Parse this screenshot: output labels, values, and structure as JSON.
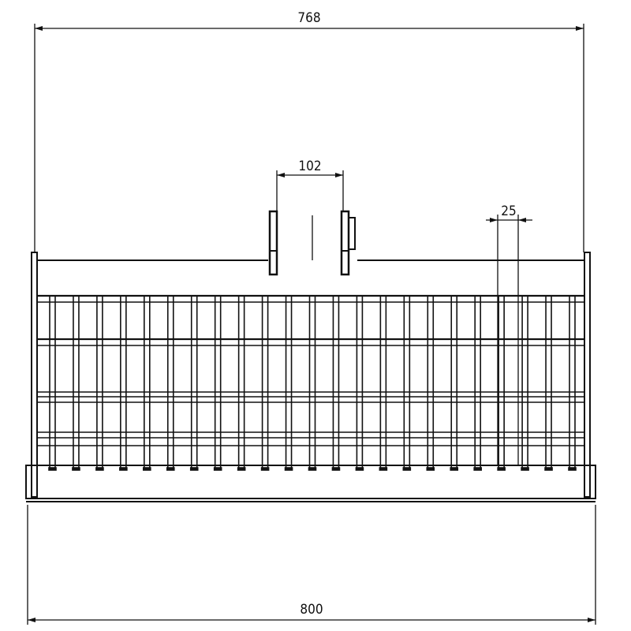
{
  "dimensions": {
    "overall_top": "768",
    "ear_spacing": "102",
    "tine_pitch": "25",
    "overall_bottom": "800"
  },
  "tine_count": 23,
  "line_color": "#111111"
}
